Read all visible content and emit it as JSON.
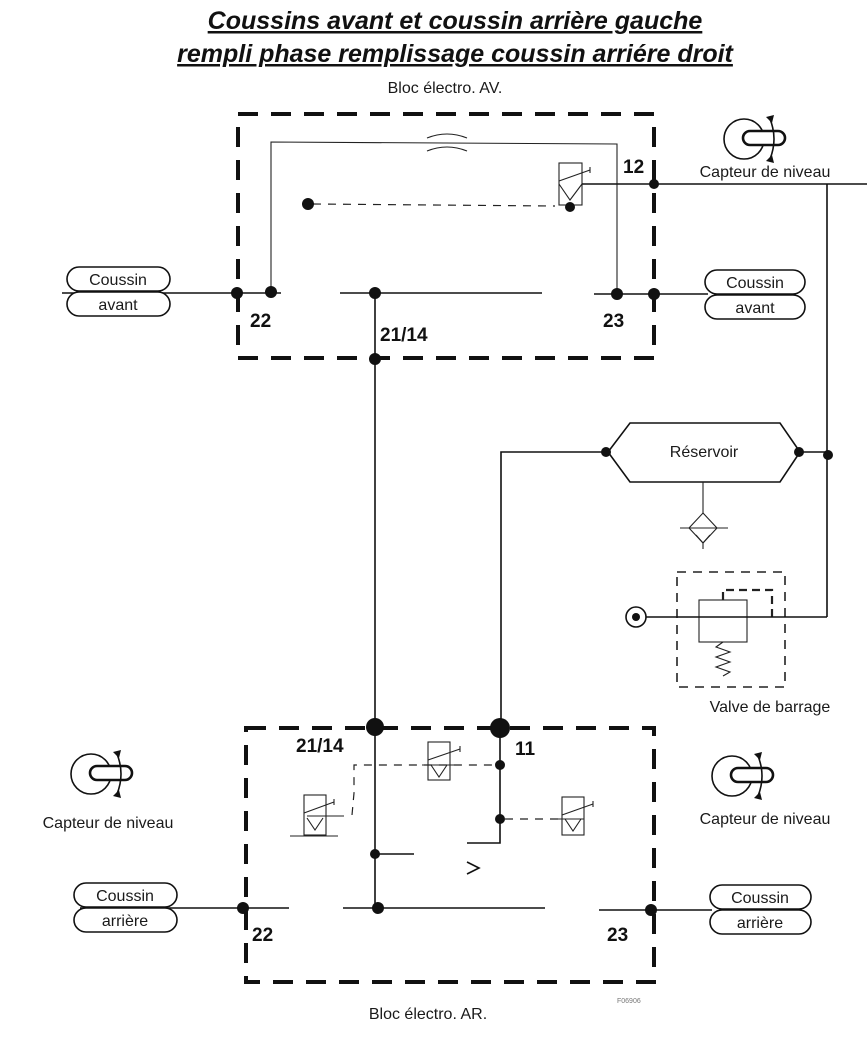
{
  "title": {
    "line1": "Coussins avant et coussin arrière gauche",
    "line2": "rempli phase remplissage coussin arriére droit"
  },
  "blocks": {
    "front": {
      "label": "Bloc électro. AV.",
      "ports": {
        "p22": "22",
        "p2114": "21/14",
        "p23": "23",
        "p12": "12"
      }
    },
    "rear": {
      "label": "Bloc électro. AR.",
      "ports": {
        "p2114": "21/14",
        "p11": "11",
        "p22": "22",
        "p23": "23"
      }
    }
  },
  "components": {
    "cushion_front_left": {
      "line1": "Coussin",
      "line2": "avant"
    },
    "cushion_front_right": {
      "line1": "Coussin",
      "line2": "avant"
    },
    "cushion_rear_left": {
      "line1": "Coussin",
      "line2": "arrière"
    },
    "cushion_rear_right": {
      "line1": "Coussin",
      "line2": "arrière"
    },
    "level_sensor_front": "Capteur de niveau",
    "level_sensor_rear_left": "Capteur de niveau",
    "level_sensor_rear_right": "Capteur de niveau",
    "reservoir": "Réservoir",
    "shutoff_valve": "Valve de barrage"
  },
  "figure_ref": "F06906"
}
